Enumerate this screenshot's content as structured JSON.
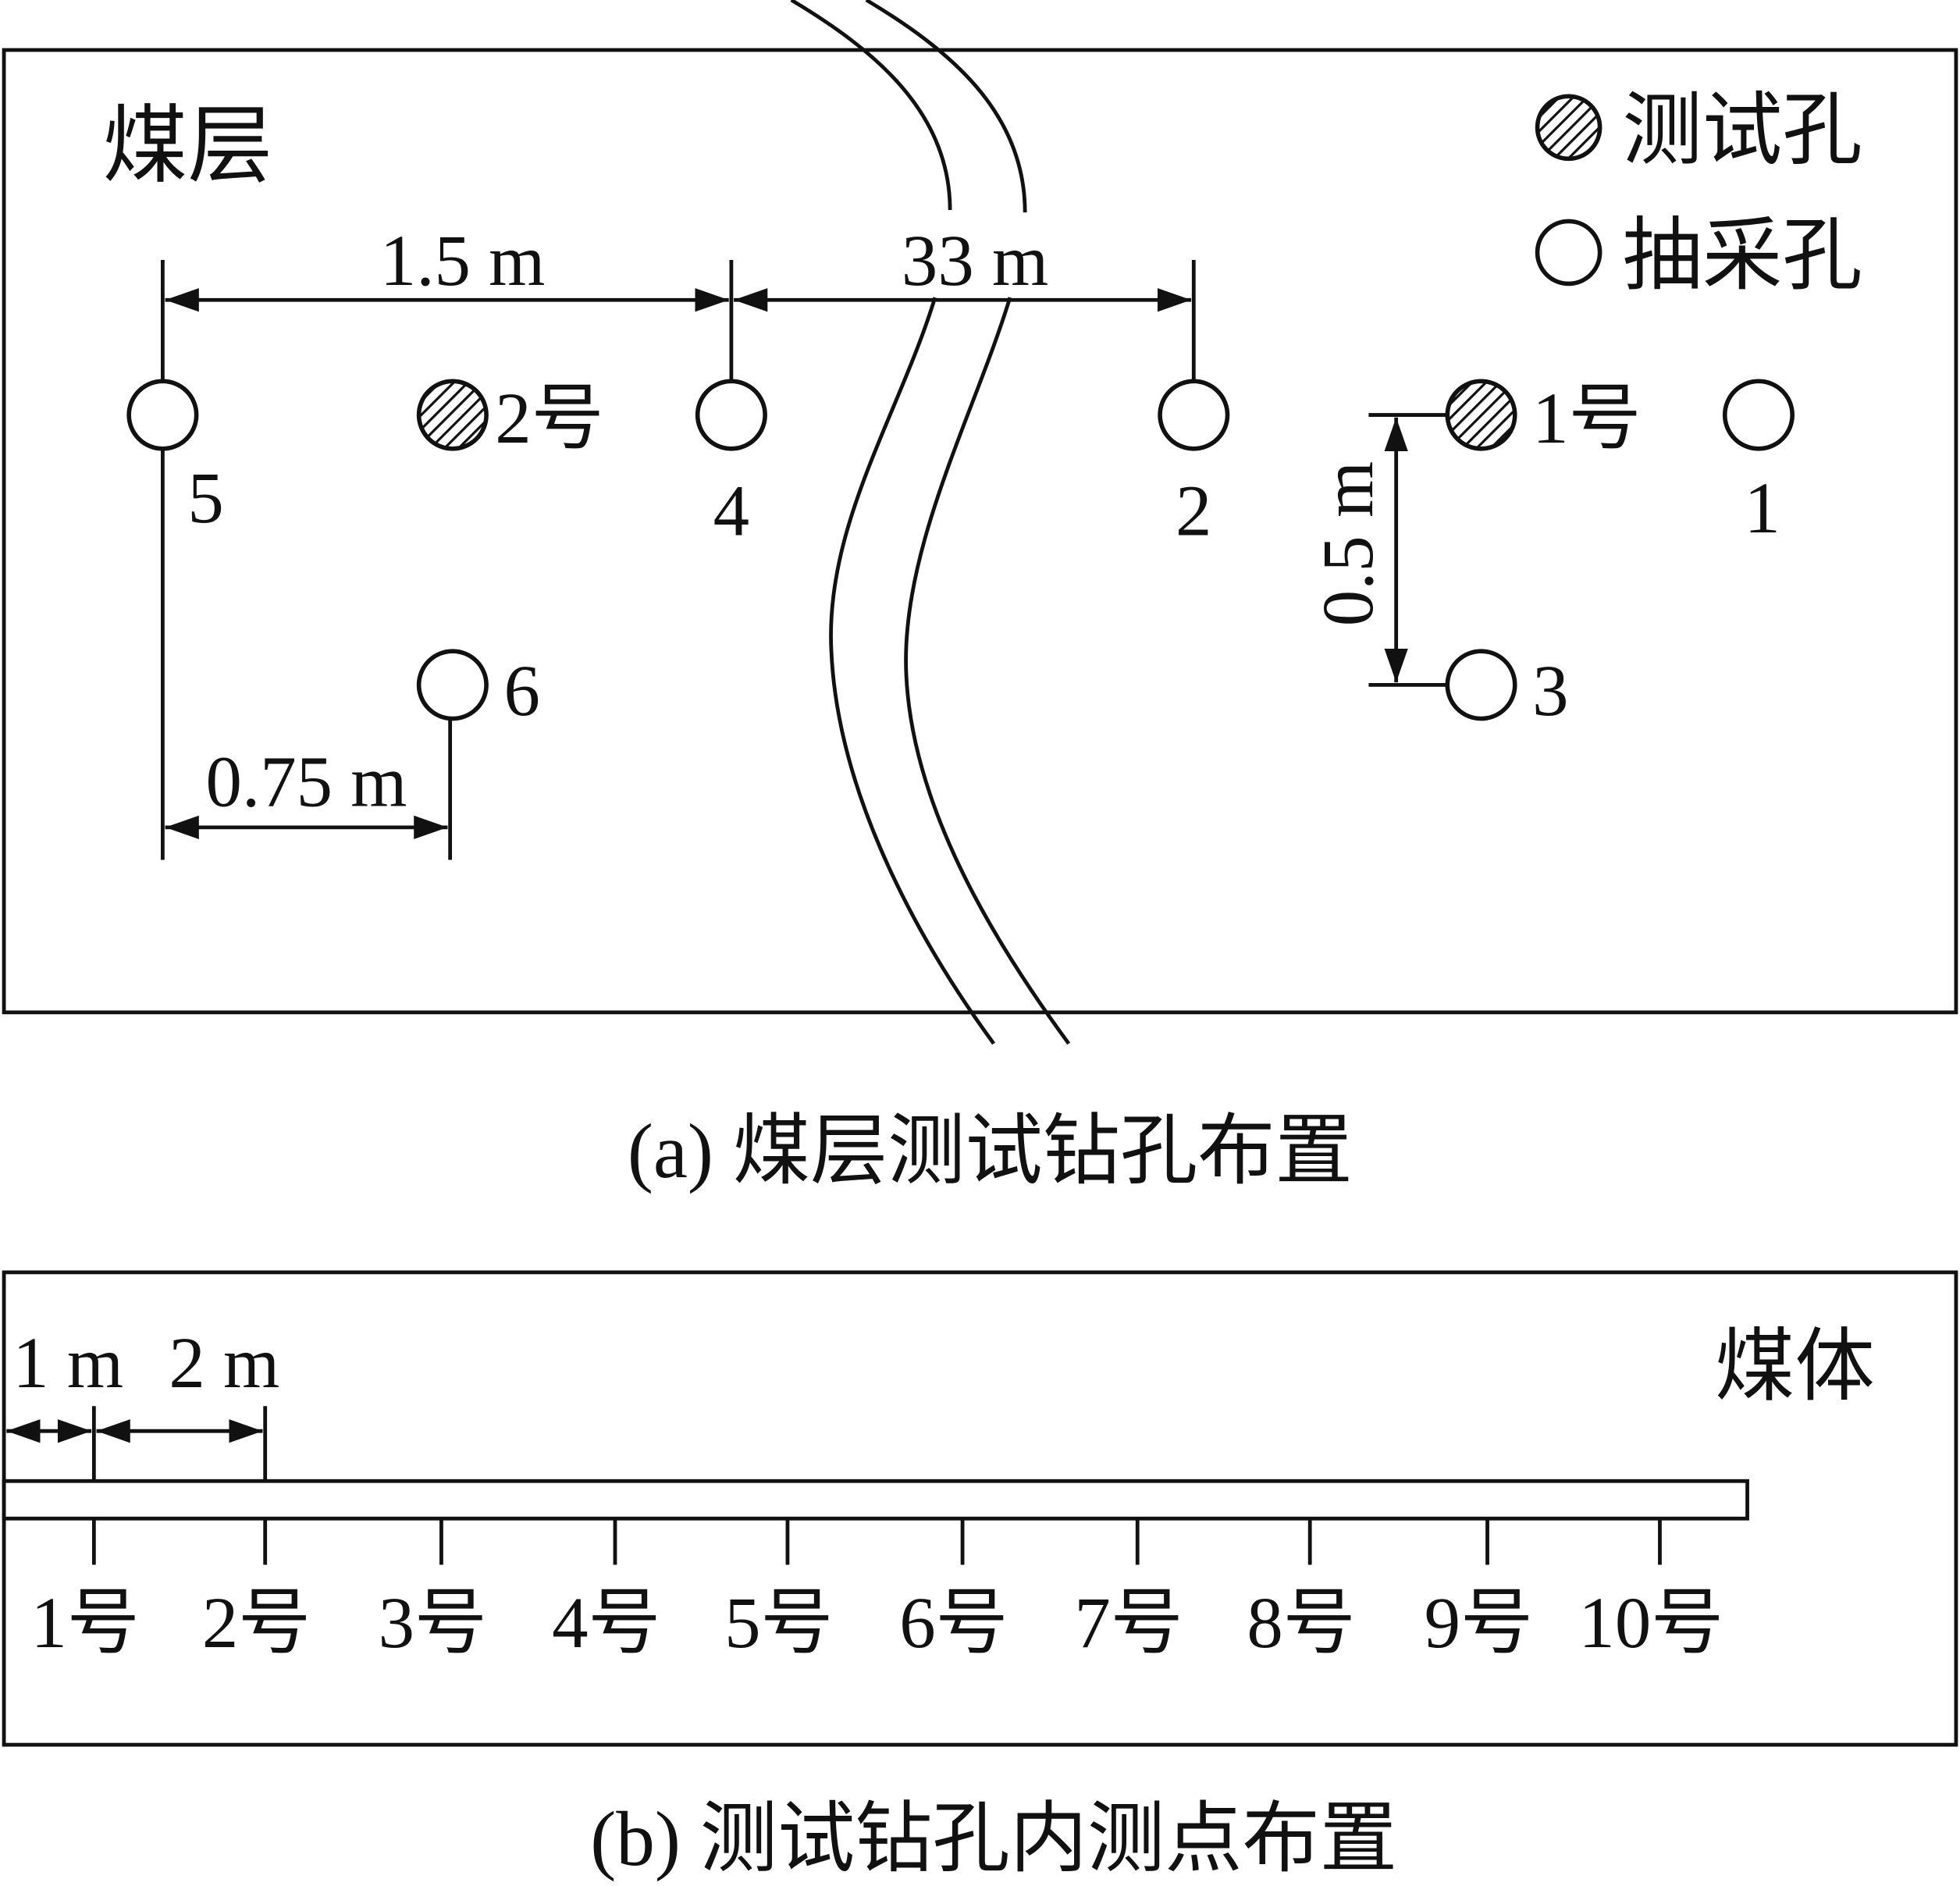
{
  "panel_a": {
    "region_label": "煤层",
    "legend": [
      {
        "symbol": "hatched-circle",
        "label": "测试孔"
      },
      {
        "symbol": "open-circle",
        "label": "抽采孔"
      }
    ],
    "dims": {
      "d1": "1.5 m",
      "d2": "33 m",
      "d3": "0.75 m",
      "d4": "0.5 m"
    },
    "holes": {
      "h5": "5",
      "t2": "2号",
      "h4": "4",
      "h2": "2",
      "t1": "1号",
      "h1": "1",
      "h6": "6",
      "h3": "3"
    },
    "caption": "(a)  煤层测试钻孔布置"
  },
  "panel_b": {
    "region_label": "煤体",
    "dims": {
      "d1": "1 m",
      "d2": "2 m"
    },
    "points": [
      "1号",
      "2号",
      "3号",
      "4号",
      "5号",
      "6号",
      "7号",
      "8号",
      "9号",
      "10号"
    ],
    "caption": "(b)  测试钻孔内测点布置"
  }
}
